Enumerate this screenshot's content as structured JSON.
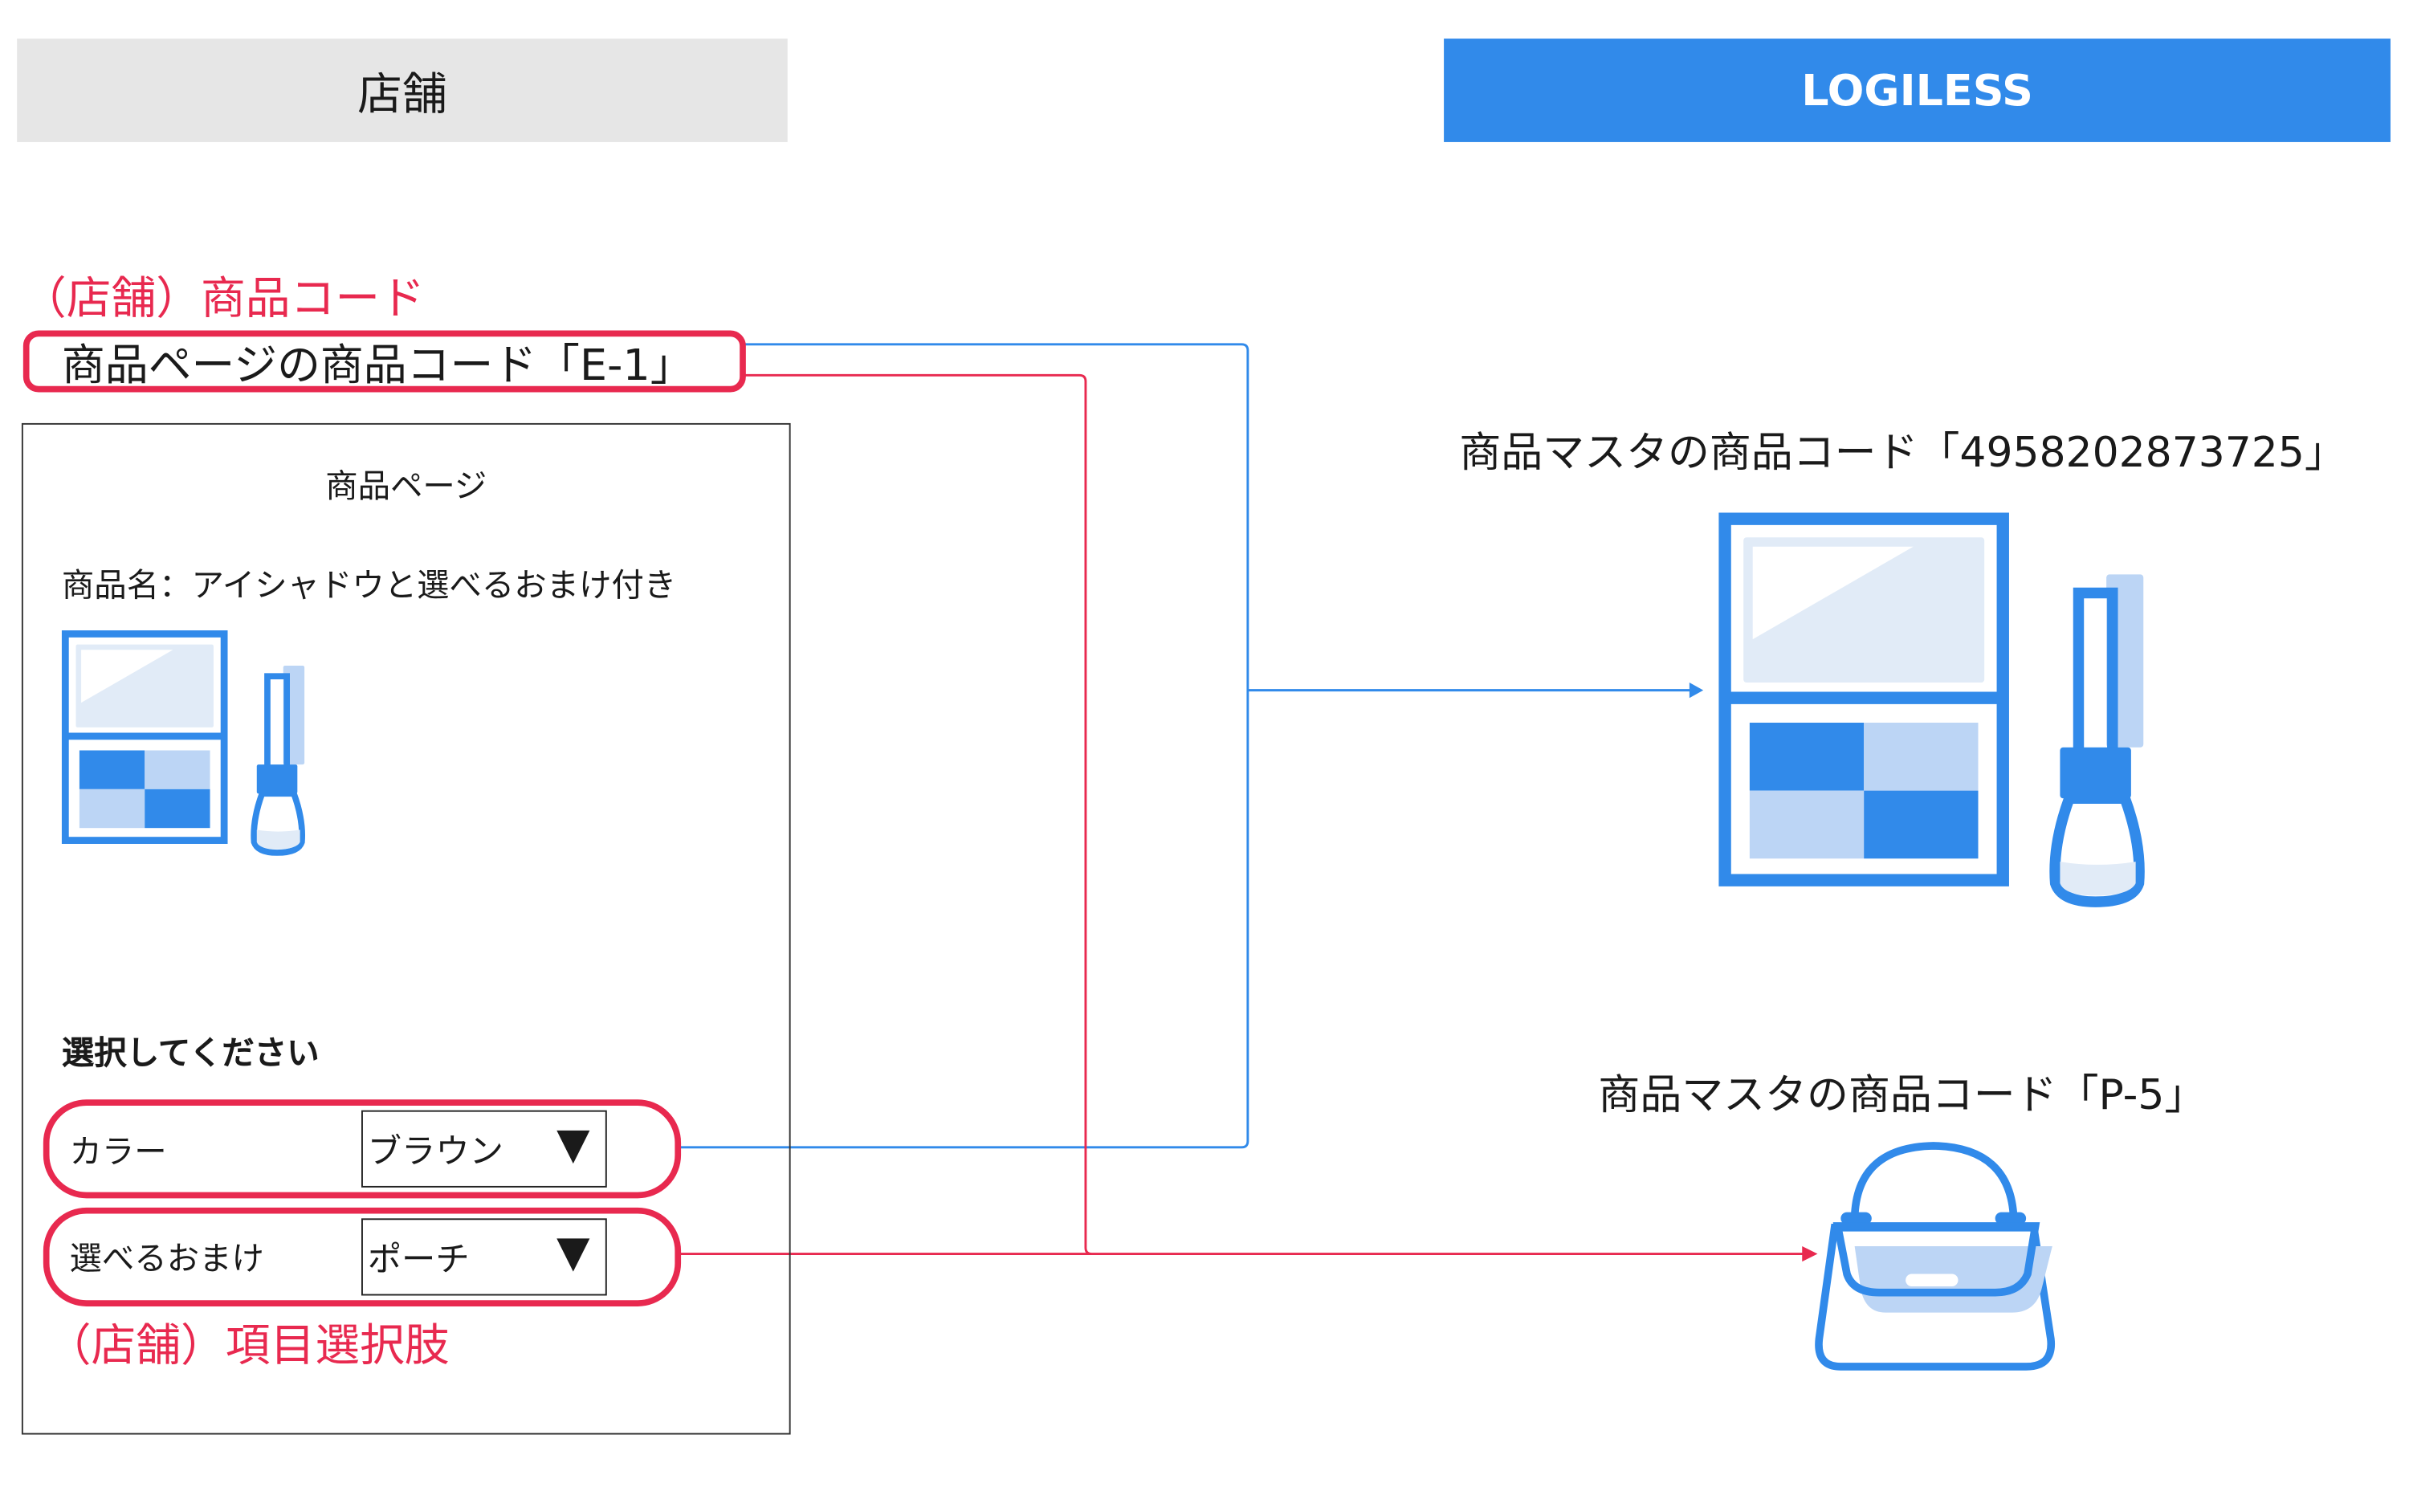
{
  "headers": {
    "store": "店舗",
    "logiless": "LOGILESS"
  },
  "store_side": {
    "product_code_label": "（店舗）商品コード",
    "product_code_text": "商品ページの商品コード「E-1」",
    "page_title": "商品ページ",
    "product_name": "商品名：アイシャドウと選べるおまけ付き",
    "select_prompt": "選択してください",
    "options": [
      {
        "label": "カラー",
        "value": "ブラウン",
        "arrow": "▼"
      },
      {
        "label": "選べるおまけ",
        "value": "ポーチ",
        "arrow": "▼"
      }
    ],
    "option_label": "（店舗）項目選択肢"
  },
  "logiless_side": {
    "master_code_1": "商品マスタの商品コード「4958202873725」",
    "master_code_2": "商品マスタの商品コード「P-5」"
  },
  "colors": {
    "blue": "#318aea",
    "red": "#e8294f",
    "light_blue": "#bcd5f5",
    "pale_blue": "#e1ebf7",
    "header_gray": "#e6e6e6"
  }
}
